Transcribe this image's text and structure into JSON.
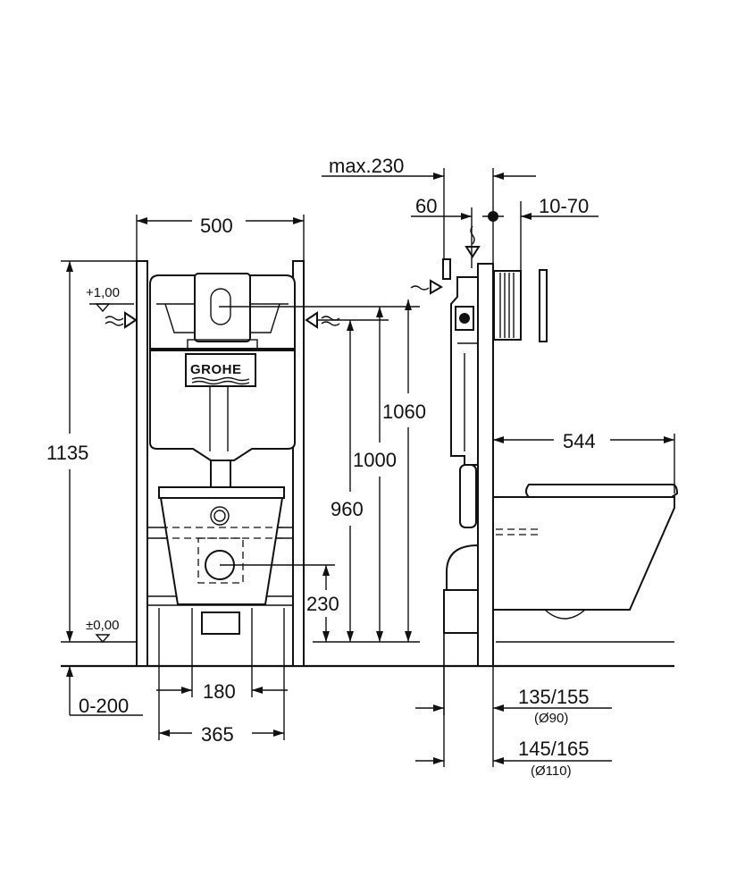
{
  "front_view": {
    "width_label": "500",
    "height_label": "1135",
    "level_top": "+1,00",
    "level_bottom": "±0,00",
    "logo": "GROHE",
    "dim_1060": "1060",
    "dim_1000": "1000",
    "dim_960": "960",
    "dim_230": "230",
    "dim_180": "180",
    "dim_365": "365",
    "dim_0_200": "0-200"
  },
  "side_view": {
    "dim_max230": "max.230",
    "dim_60": "60",
    "dim_10_70": "10-70",
    "dim_544": "544",
    "dim_135_155": "135/155",
    "dim_135_155_note": "(Ø90)",
    "dim_145_165": "145/165",
    "dim_145_165_note": "(Ø110)"
  }
}
